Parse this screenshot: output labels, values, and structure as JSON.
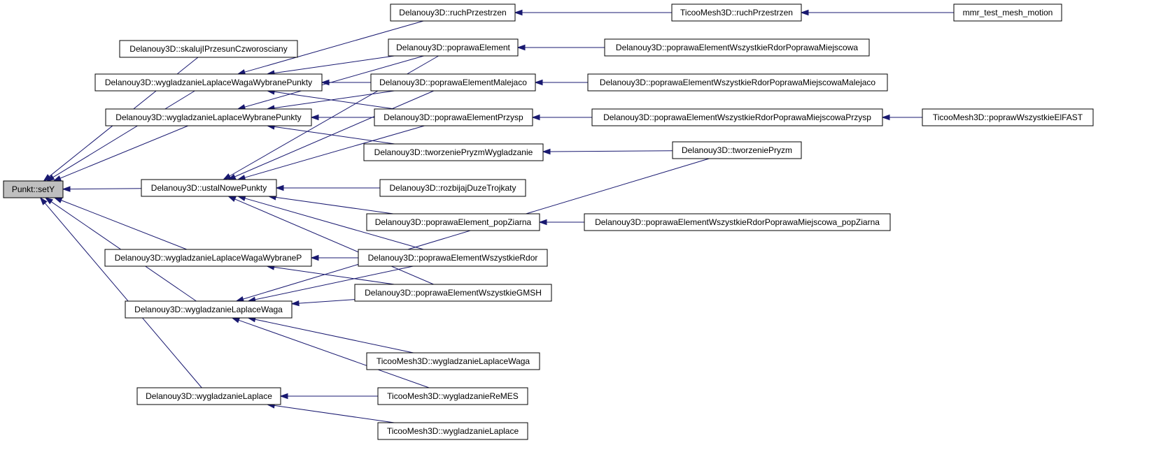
{
  "graph": {
    "edge_color": "#191970",
    "root_fill": "#bfbfbf",
    "nodes": {
      "n0": {
        "label": "Punkt::setY",
        "root": true
      },
      "n1": {
        "label": "Delanouy3D::skalujIPrzesunCzworosciany"
      },
      "n2": {
        "label": "Delanouy3D::wygladzanieLaplaceWagaWybranePunkty"
      },
      "n3": {
        "label": "Delanouy3D::wygladzanieLaplaceWybranePunkty"
      },
      "n4": {
        "label": "Delanouy3D::ustalNowePunkty"
      },
      "n5": {
        "label": "Delanouy3D::wygladzanieLaplaceWagaWybraneP"
      },
      "n6": {
        "label": "Delanouy3D::wygladzanieLaplaceWaga"
      },
      "n7": {
        "label": "Delanouy3D::wygladzanieLaplace"
      },
      "n8": {
        "label": "Delanouy3D::ruchPrzestrzen"
      },
      "n9": {
        "label": "Delanouy3D::poprawaElement"
      },
      "n10": {
        "label": "Delanouy3D::poprawaElementMalejaco"
      },
      "n11": {
        "label": "Delanouy3D::poprawaElementPrzysp"
      },
      "n12": {
        "label": "Delanouy3D::tworzeniePryzmWygladzanie"
      },
      "n13": {
        "label": "Delanouy3D::rozbijajDuzeTrojkaty"
      },
      "n14": {
        "label": "Delanouy3D::poprawaElement_popZiarna"
      },
      "n15": {
        "label": "Delanouy3D::poprawaElementWszystkieRdor"
      },
      "n16": {
        "label": "Delanouy3D::poprawaElementWszystkieGMSH"
      },
      "n17": {
        "label": "TicooMesh3D::wygladzanieLaplaceWaga"
      },
      "n18": {
        "label": "TicooMesh3D::wygladzanieReMES"
      },
      "n19": {
        "label": "TicooMesh3D::wygladzanieLaplace"
      },
      "n20": {
        "label": "TicooMesh3D::ruchPrzestrzen"
      },
      "n21": {
        "label": "Delanouy3D::poprawaElementWszystkieRdorPoprawaMiejscowa"
      },
      "n22": {
        "label": "Delanouy3D::poprawaElementWszystkieRdorPoprawaMiejscowaMalejaco"
      },
      "n23": {
        "label": "Delanouy3D::poprawaElementWszystkieRdorPoprawaMiejscowaPrzysp"
      },
      "n24": {
        "label": "Delanouy3D::tworzeniePryzm"
      },
      "n25": {
        "label": "Delanouy3D::poprawaElementWszystkieRdorPoprawaMiejscowa_popZiarna"
      },
      "n26": {
        "label": "mmr_test_mesh_motion"
      },
      "n27": {
        "label": "TicooMesh3D::poprawWszystkieElFAST"
      }
    },
    "edges": [
      {
        "from": "n1",
        "to": "n0"
      },
      {
        "from": "n2",
        "to": "n0"
      },
      {
        "from": "n3",
        "to": "n0"
      },
      {
        "from": "n4",
        "to": "n0"
      },
      {
        "from": "n5",
        "to": "n0"
      },
      {
        "from": "n6",
        "to": "n0"
      },
      {
        "from": "n7",
        "to": "n0"
      },
      {
        "from": "n8",
        "to": "n2"
      },
      {
        "from": "n9",
        "to": "n2"
      },
      {
        "from": "n10",
        "to": "n2"
      },
      {
        "from": "n11",
        "to": "n2"
      },
      {
        "from": "n9",
        "to": "n3"
      },
      {
        "from": "n10",
        "to": "n3"
      },
      {
        "from": "n11",
        "to": "n3"
      },
      {
        "from": "n12",
        "to": "n3"
      },
      {
        "from": "n9",
        "to": "n4"
      },
      {
        "from": "n10",
        "to": "n4"
      },
      {
        "from": "n11",
        "to": "n4"
      },
      {
        "from": "n13",
        "to": "n4"
      },
      {
        "from": "n14",
        "to": "n4"
      },
      {
        "from": "n15",
        "to": "n4"
      },
      {
        "from": "n16",
        "to": "n4"
      },
      {
        "from": "n15",
        "to": "n5"
      },
      {
        "from": "n16",
        "to": "n5"
      },
      {
        "from": "n15",
        "to": "n6"
      },
      {
        "from": "n16",
        "to": "n6"
      },
      {
        "from": "n24",
        "to": "n6"
      },
      {
        "from": "n17",
        "to": "n6"
      },
      {
        "from": "n18",
        "to": "n6"
      },
      {
        "from": "n18",
        "to": "n7"
      },
      {
        "from": "n19",
        "to": "n7"
      },
      {
        "from": "n20",
        "to": "n8"
      },
      {
        "from": "n26",
        "to": "n20"
      },
      {
        "from": "n21",
        "to": "n9"
      },
      {
        "from": "n22",
        "to": "n10"
      },
      {
        "from": "n23",
        "to": "n11"
      },
      {
        "from": "n27",
        "to": "n23"
      },
      {
        "from": "n24",
        "to": "n12"
      },
      {
        "from": "n25",
        "to": "n14"
      }
    ]
  }
}
